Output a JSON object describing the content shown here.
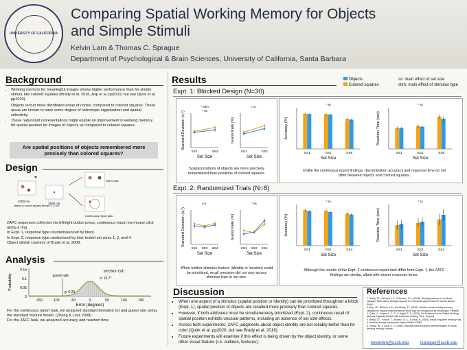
{
  "header": {
    "title": "Comparing Spatial Working Memory for Objects and Simple Stimuli",
    "authors": "Kelvin Lam & Thomas C. Sprague",
    "department": "Department of Psychological & Brain Sciences, University of California, Santa Barbara",
    "seal_text": "UNIVERSITY OF CALIFORNIA"
  },
  "background": {
    "heading": "Background",
    "bullets": [
      "Working memory for meaningful images shows higher performance than for simple stimuli, like colored squares (Brady et al. 2016, Asp et al. pp2019; but see Quirk et al. pp2020).",
      "Objects recruit more distributed areas of cortex, compared to colored squares. These areas are known to have some degree of retinotopic organization and spatial selectivity.",
      "These redundant representations might enable an improvement in working memory for spatial position for images of objects as compared to colored squares."
    ],
    "question": "Are spatial positions of objects remembered more precisely than colored squares?"
  },
  "design": {
    "heading": "Design",
    "label_1000": "1000 ms",
    "label_obj": "objects or colored squares set size 1, 2, or 4",
    "label_2500": "2500 ms",
    "label_resp": "Continuous report task",
    "label_2afc": "2AFC task",
    "text": [
      "2AFC responses collected via left/right button press, continuous report via mouse click along a ring.",
      "In Expt. 1, response type counterbalanced by block.",
      "In Expt. 2, response type randomized by trial; tested set sizes 1, 2, and 4.",
      "Object stimuli courtesy of Brady et al, 2008."
    ]
  },
  "analysis": {
    "heading": "Analysis",
    "ylabel": "Probability",
    "xlabel": "Error (degrees)",
    "yticks": [
      "0.15",
      "0.1",
      "0.05",
      "0"
    ],
    "xticks": [
      "-150",
      "-100",
      "-50",
      "0",
      "50",
      "100",
      "150"
    ],
    "ann_guess": "guess rate",
    "ann_g": "g: 0.20",
    "ann_prec": "precision (sd)",
    "ann_sigma": "σ: 23.7°",
    "text_1": "For the continuous report task, we analyzed standard deviation (σ) and guess rate using the standard mixture model. (Zhang & Luck 2008)",
    "text_2": "For the 2AFC task, we analyzed accuracy and reaction time."
  },
  "results": {
    "heading": "Results",
    "legend": {
      "objects": "Objects",
      "squares": "Colored squares",
      "ss_note": "ss: main effect of set size",
      "stim_note": "stim: main effect of stimulus type"
    },
    "colors": {
      "objects": "#2e9be6",
      "squares": "#f5a21b",
      "objects_line": "#2e7fd0",
      "squares_line": "#f09a1a"
    },
    "expt1": {
      "title": "Expt. 1: Blocked Design (N=30)",
      "sd_label": "Standard Deviation (σ,°)",
      "gr_label": "Guess Rate (%)",
      "acc_label": "Accuracy (%)",
      "rt_label": "Reaction Time (sec)",
      "xlabel": "Set Size",
      "ss_lines": [
        "SS1",
        "SS2"
      ],
      "ss_bars": [
        "SS1",
        "SS2",
        "SS6"
      ],
      "sig_sd": "* stim",
      "sig_sd2": "* ss",
      "sig_gr": "n.s.",
      "sig_acc": "* ss",
      "sig_rt": "* ss",
      "cap_left": "Spatial positions of objects are more precisely remembered than positions of colored squares.",
      "cap_right": "Unlike the continuous report findings, discrimination accuracy and response time do not differ between objects and colored squares."
    },
    "expt2": {
      "title": "Expt. 2: Randomized Trials (N=8)",
      "sd_label": "Standard Deviation (σ,°)",
      "gr_label": "Guess Rate (%)",
      "acc_label": "Accuracy (%)",
      "rt_label": "Reaction Time (sec)",
      "xlabel": "Set Size",
      "ss_lines": [
        "SS1",
        "SS2",
        "SS4"
      ],
      "ss_bars": [
        "SS1",
        "SS2",
        "SS4"
      ],
      "sig_sd": "n.s.",
      "sig_gr": "* ss",
      "sig_acc": "* ss",
      "sig_rt": "* ss",
      "cap_left": "When neither stimulus feature (identity or location) could be prioritized, recall precision did not vary across stimulus type or set size.",
      "cap_right": "Although the results of the Expt. 2 continuous report task differ from Expt. 1, the 2AFC findings are similar, albeit with slower response times."
    }
  },
  "discussion": {
    "heading": "Discussion",
    "bullets": [
      "When one aspect of a stimulus (spatial position or identity) can be prioritized throughout a block (Expt. 1), spatial position of objects are recalled more precisely than colored squares.",
      "However, if both attributes must be simultaneously prioritized (Expt. 2), continuous recall of spatial position exhibits unusual patterns, including an absence of set size effects.",
      "Across both experiments, 2AFC judgments about object identity are not reliably better than for color (Quirk et al. pp2020, but see Brady et al. 2016).",
      "Future experiments will examine if this effect is being driven by the object identity, or some other visual feature (i.e. outlines, textures)."
    ]
  },
  "references": {
    "heading": "References",
    "items": [
      "1. Brady T.F., Störmer V.S., & Alvarez, G.A. (2016). Working memory is not fixed-capacity: More active storage capacity for real-world objects than for simple stimuli. PNAS",
      "2. Asp, I.E., Störmer V.S., and Brady, T.F. (2019). Greater visual working memory capacity for visually matched stimuli when they are recognized as meaningful. Preprint.",
      "3. Quirk, C., Adam, K. C. S., & Vogel, E. K. (2020). No Evidence for an Object Working Memory Capacity Benefit with Extended Viewing Time. Preprint.",
      "4. Brady, T.F., Konkle, T., Alvarez, G. A., & Oliva, A. (2008). Visual long-term memory has a massive storage capacity for object details. PNAS",
      "5. Zhang, W., & Luck, S. J. (2008). Discrete fixed-resolution representations in visual working memory. Nature"
    ],
    "email_1": "kelvinlam@ucsb.edu",
    "email_2": "tsprague@ucsb.edu"
  }
}
